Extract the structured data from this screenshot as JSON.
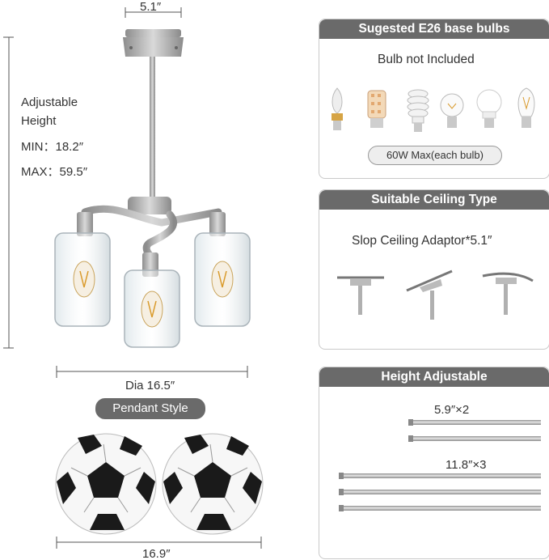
{
  "dimensions": {
    "top_width": "5.1″",
    "height_label_line1": "Adjustable",
    "height_label_line2": "Height",
    "min_label": "MIN：",
    "min_value": "18.2″",
    "max_label": "MAX：",
    "max_value": "59.5″",
    "diameter": "Dia 16.5″",
    "pendant_style": "Pendant Style",
    "bottom_width": "16.9″"
  },
  "bulbs_panel": {
    "title": "Sugested E26 base bulbs",
    "subtitle": "Bulb not Included",
    "max_watt": "60W Max(each bulb)",
    "bulb_icons": [
      "candle-bulb-icon",
      "corn-bulb-icon",
      "spiral-cfl-bulb-icon",
      "filament-globe-bulb-icon",
      "led-a19-bulb-icon",
      "edison-st64-bulb-icon"
    ]
  },
  "ceiling_panel": {
    "title": "Suitable Ceiling Type",
    "adaptor_label": "Slop Ceiling Adaptor*5.1″"
  },
  "height_panel": {
    "title": "Height Adjustable",
    "short_rods_label": "5.9″×2",
    "long_rods_label": "11.8″×3"
  },
  "colors": {
    "header_gray": "#6a6a6a",
    "nickel": "#b9b9b9",
    "dim_line": "#555555"
  }
}
